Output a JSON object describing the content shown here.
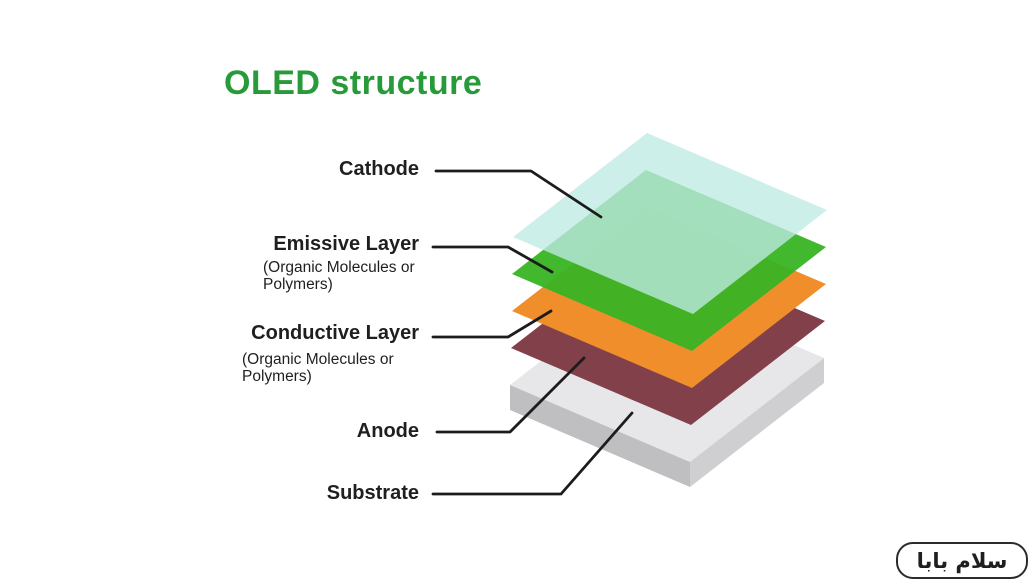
{
  "title": {
    "text": "OLED structure",
    "color": "#289a3a"
  },
  "diagram": {
    "text_color": "#1f1f1f",
    "line_color": "#1c1c1c",
    "labels": {
      "cathode": {
        "label": "Cathode"
      },
      "emissive": {
        "label": "Emissive Layer",
        "sub": "(Organic Molecules or Polymers)"
      },
      "conductive": {
        "label": "Conductive Layer",
        "sub": "(Organic Molecules or Polymers)"
      },
      "anode": {
        "label": "Anode"
      },
      "substrate": {
        "label": "Substrate"
      }
    },
    "layers": {
      "cathode": {
        "name": "Cathode",
        "color": "#bfeae4"
      },
      "emissive": {
        "name": "Emissive Layer",
        "color": "#38b424"
      },
      "conductive": {
        "name": "Conductive Layer",
        "color": "#ef8e2b"
      },
      "anode": {
        "name": "Anode",
        "color": "#82414a"
      },
      "substrate": {
        "name": "Substrate",
        "top_color": "#e7e7e9",
        "left_color": "#bfbfc1",
        "right_color": "#cfcfd1"
      }
    }
  },
  "watermark": {
    "text": "سلام بابا",
    "background": "#ffffff",
    "border_color": "#2b2b2b",
    "text_color": "#1f1f1f"
  }
}
